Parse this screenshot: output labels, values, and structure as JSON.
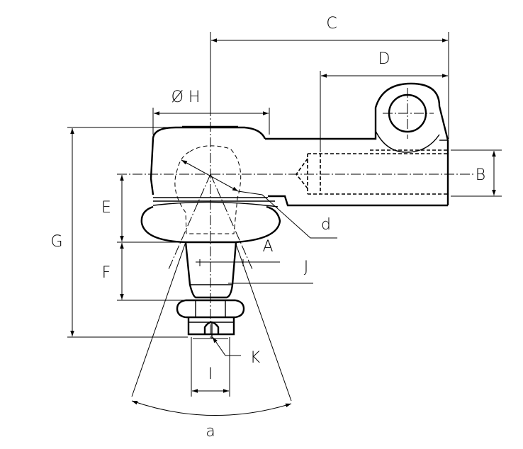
{
  "labels": {
    "C": "C",
    "D": "D",
    "H": "Ø H",
    "B": "B",
    "E": "E",
    "G": "G",
    "F": "F",
    "d": "d",
    "A": "A",
    "J": "J",
    "K": "K",
    "I": "I",
    "a": "a"
  }
}
